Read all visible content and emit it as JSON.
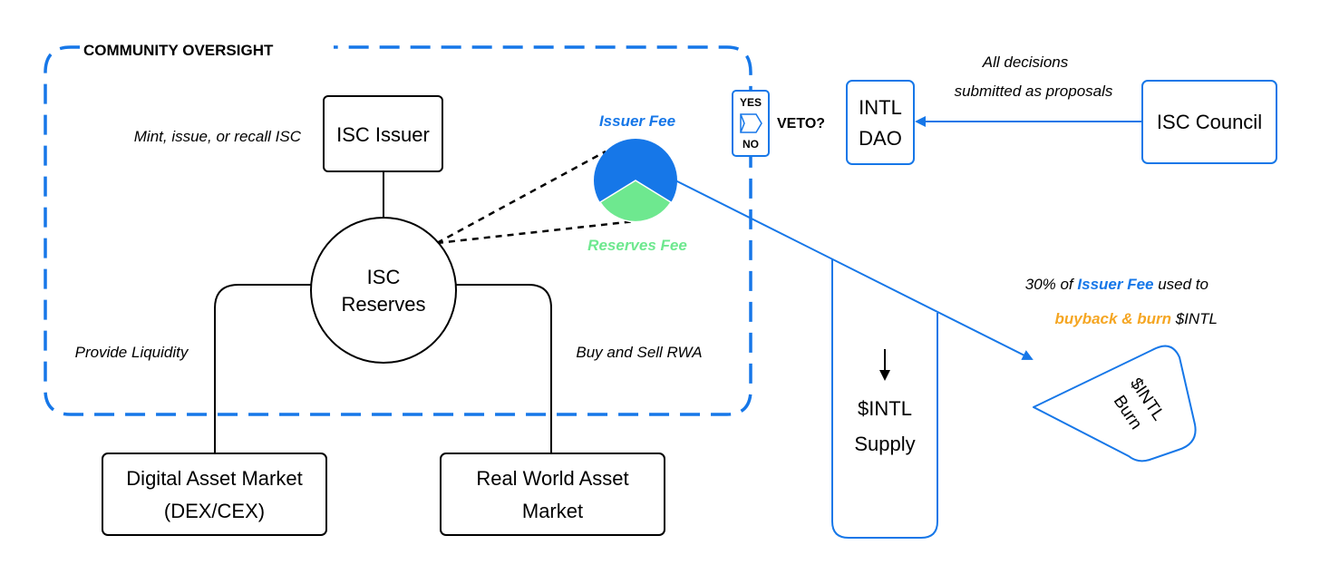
{
  "oversight": {
    "label": "COMMUNITY OVERSIGHT"
  },
  "issuer": {
    "label": "ISC Issuer",
    "caption": "Mint, issue, or recall ISC"
  },
  "reserves": {
    "line1": "ISC",
    "line2": "Reserves"
  },
  "fees": {
    "issuer_fee": "Issuer Fee",
    "reserves_fee": "Reserves Fee"
  },
  "left_branch": {
    "caption": "Provide Liquidity",
    "box_line1": "Digital Asset Market",
    "box_line2": "(DEX/CEX)"
  },
  "right_branch": {
    "caption": "Buy and Sell RWA",
    "box_line1": "Real World Asset",
    "box_line2": "Market"
  },
  "vote": {
    "yes": "YES",
    "no": "NO",
    "veto": "VETO?"
  },
  "dao": {
    "line1": "INTL",
    "line2": "DAO"
  },
  "council": {
    "label": "ISC Council"
  },
  "proposals": {
    "line1": "All decisions",
    "line2": "submitted as proposals"
  },
  "supply": {
    "line1": "$INTL",
    "line2": "Supply"
  },
  "burn_note": {
    "l1_part1": "30% of ",
    "l1_part2": "Issuer Fee",
    "l1_part3": " used to",
    "l2_part1": "buyback & burn",
    "l2_part2": " $INTL"
  },
  "burn": {
    "line1": "$INTL",
    "line2": "Burn"
  },
  "colors": {
    "blue": "#1677e8",
    "green": "#6ee88f",
    "orange": "#f5a623",
    "black": "#000000"
  }
}
